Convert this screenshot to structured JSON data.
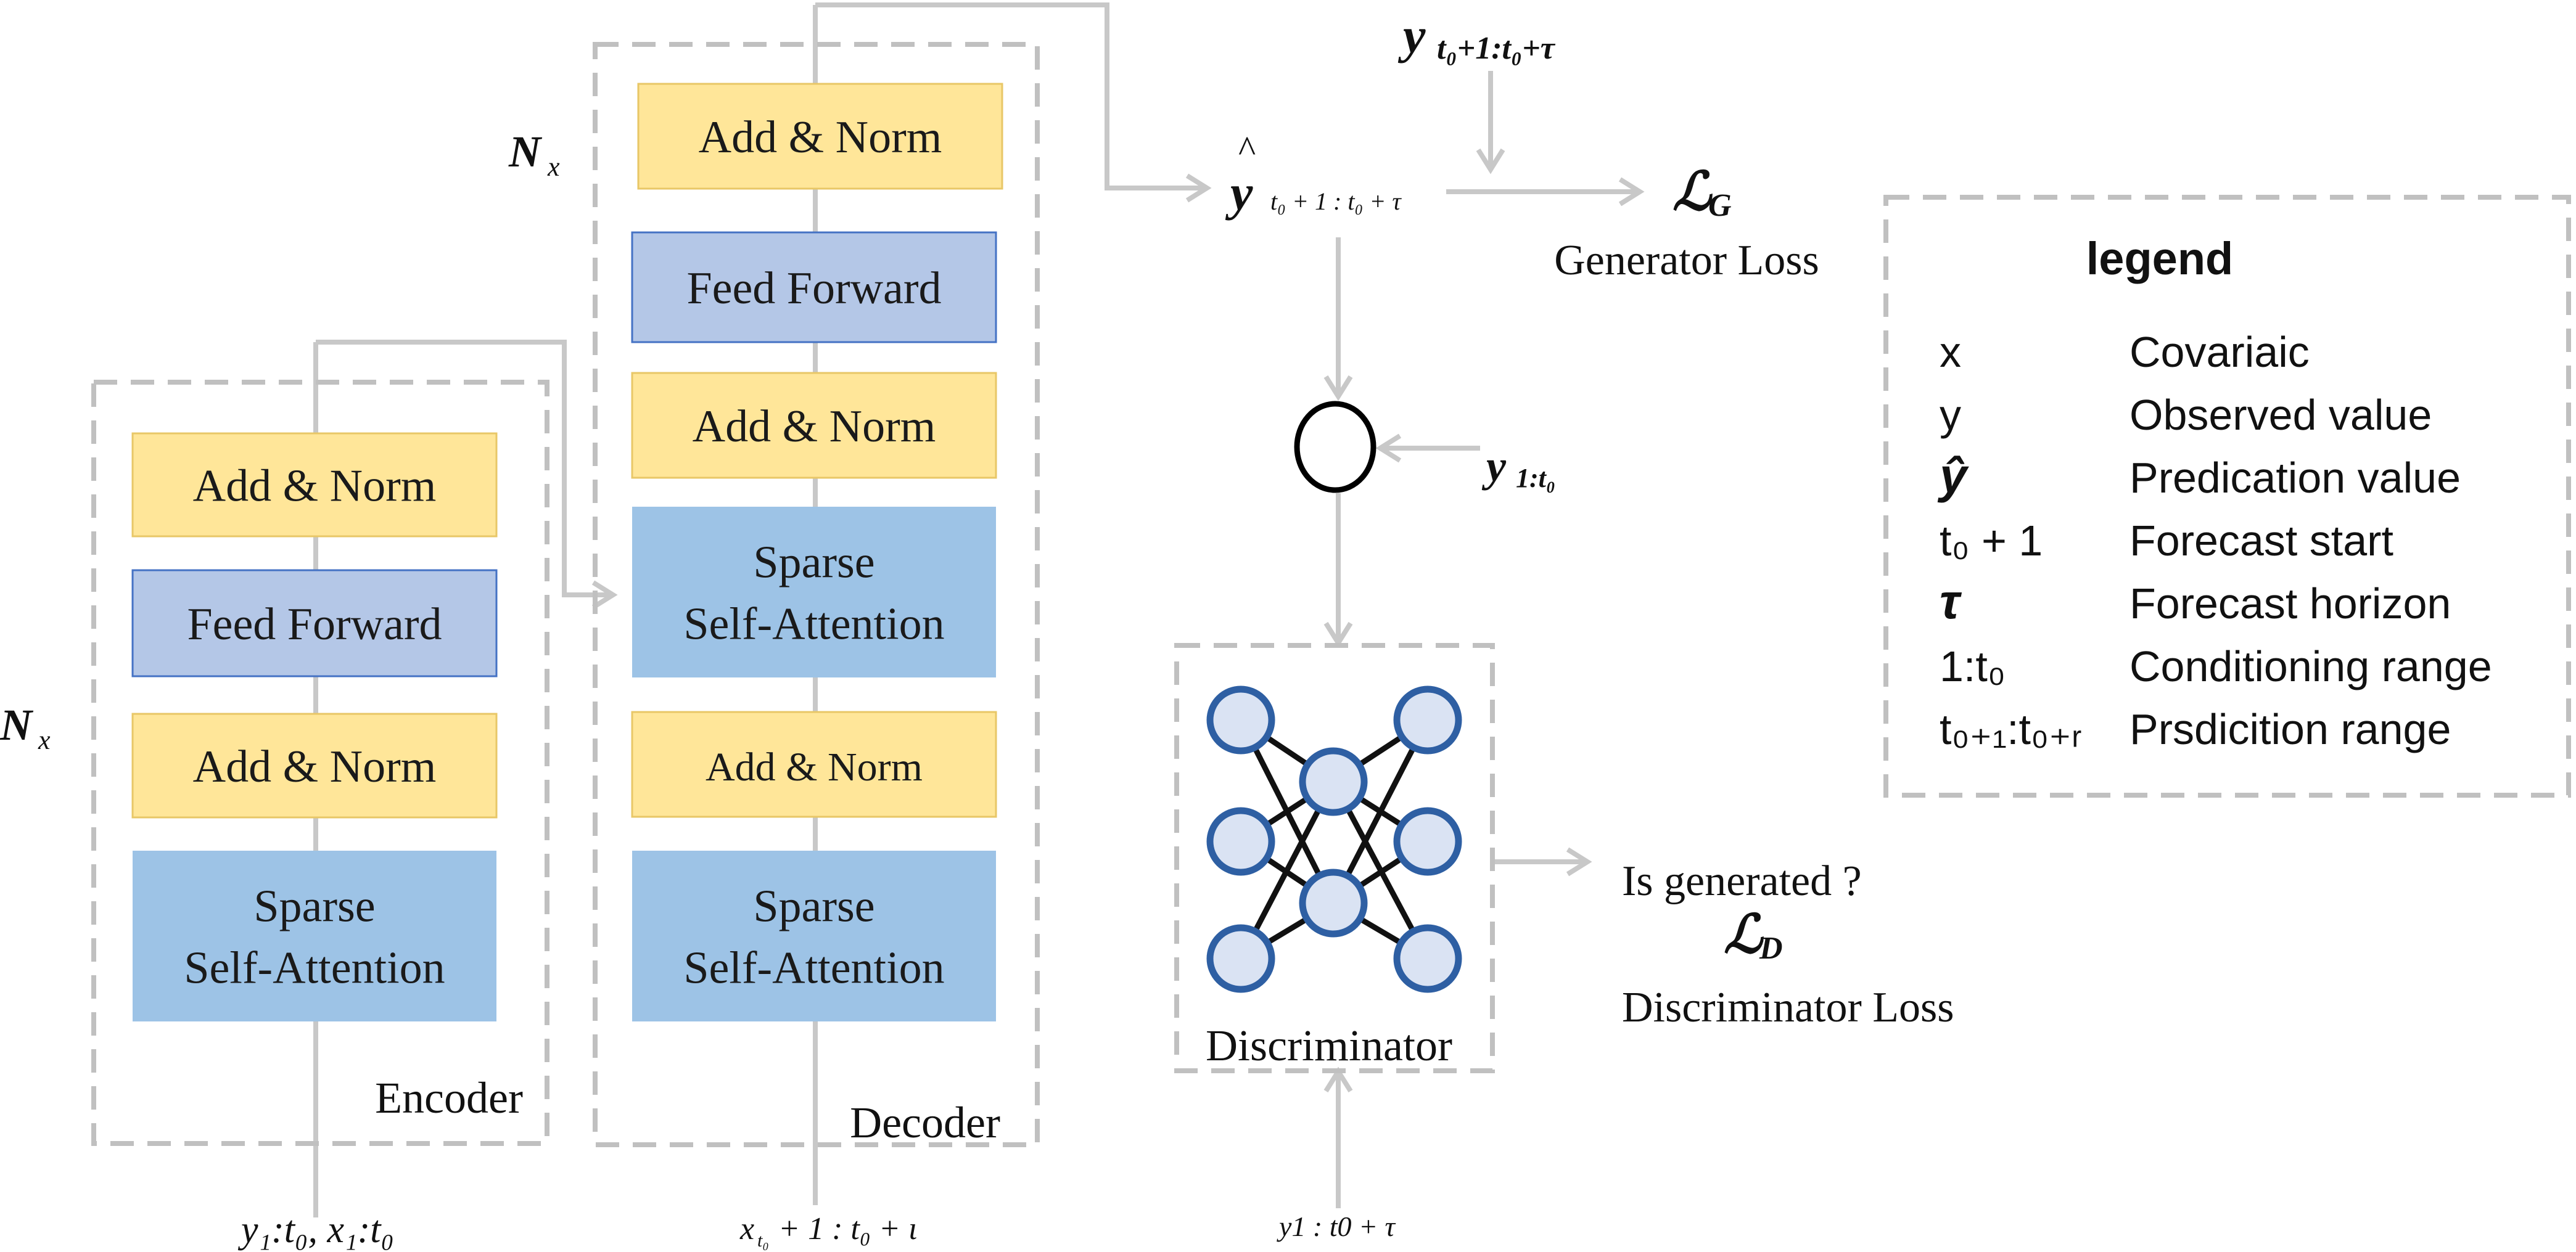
{
  "colors": {
    "yellow_fill": "#ffe699",
    "yellow_stroke": "#e8c767",
    "lavender_fill": "#b4c7e7",
    "lavender_stroke": "#4472c4",
    "blue_fill": "#9dc3e6",
    "dashed_border": "#c0c0c0",
    "connector": "#c8c8c8",
    "neuron_fill": "#dae3f3",
    "neuron_stroke": "#2e5fa3"
  },
  "encoder": {
    "label": "Encoder",
    "repeat_label": "N",
    "repeat_sub": "x",
    "blocks": [
      {
        "lines": [
          "Add & Norm"
        ],
        "style": "yellow"
      },
      {
        "lines": [
          "Feed Forward"
        ],
        "style": "lavender"
      },
      {
        "lines": [
          "Add & Norm"
        ],
        "style": "yellow"
      },
      {
        "lines": [
          "Sparse",
          "Self-Attention"
        ],
        "style": "blue"
      }
    ],
    "input_label": "y₁:t₀,  x₁:t₀"
  },
  "decoder": {
    "label": "Decoder",
    "repeat_label": "N",
    "repeat_sub": "x",
    "blocks": [
      {
        "lines": [
          "Add & Norm"
        ],
        "style": "yellow"
      },
      {
        "lines": [
          "Feed Forward"
        ],
        "style": "lavender"
      },
      {
        "lines": [
          "Add & Norm"
        ],
        "style": "yellow"
      },
      {
        "lines": [
          "Sparse",
          "Self-Attention"
        ],
        "style": "blue"
      },
      {
        "lines": [
          "Add & Norm"
        ],
        "style": "yellow_mono"
      },
      {
        "lines": [
          "Sparse",
          "Self-Attention"
        ],
        "style": "blue"
      }
    ],
    "input_label": "x",
    "input_label_sub": "t₀",
    "input_label_rest": " + 1 : t₀ + ι"
  },
  "prediction": {
    "hat": "^",
    "symbol": "y",
    "subscript": "t₀ + 1 : t₀ + τ"
  },
  "target": {
    "symbol": "y",
    "subscript": "t₀+1:t₀+τ"
  },
  "generator_loss": {
    "symbol": "ℒ",
    "subscript": "G",
    "label": "Generator Loss"
  },
  "concat": {
    "input_symbol": "y",
    "input_subscript": "1:t₀"
  },
  "discriminator": {
    "label": "Discriminator",
    "input_label": "y1 : t0 + τ"
  },
  "discriminator_output": {
    "question": "Is generated ?",
    "symbol": "ℒ",
    "subscript": "D",
    "label": "Discriminator Loss"
  },
  "legend": {
    "title": "legend",
    "entries": [
      {
        "symbol": "x",
        "description": "Covariaic"
      },
      {
        "symbol": "y",
        "description": "Observed value"
      },
      {
        "symbol": "ŷ",
        "description": "Predication value"
      },
      {
        "symbol": "t₀ + 1",
        "description": "Forecast start"
      },
      {
        "symbol": "τ",
        "description": "Forecast horizon"
      },
      {
        "symbol": "1:t₀",
        "description": "Conditioning range"
      },
      {
        "symbol": "t₀₊₁:t₀₊ᵣ",
        "description": "Prsdicition range"
      }
    ]
  }
}
